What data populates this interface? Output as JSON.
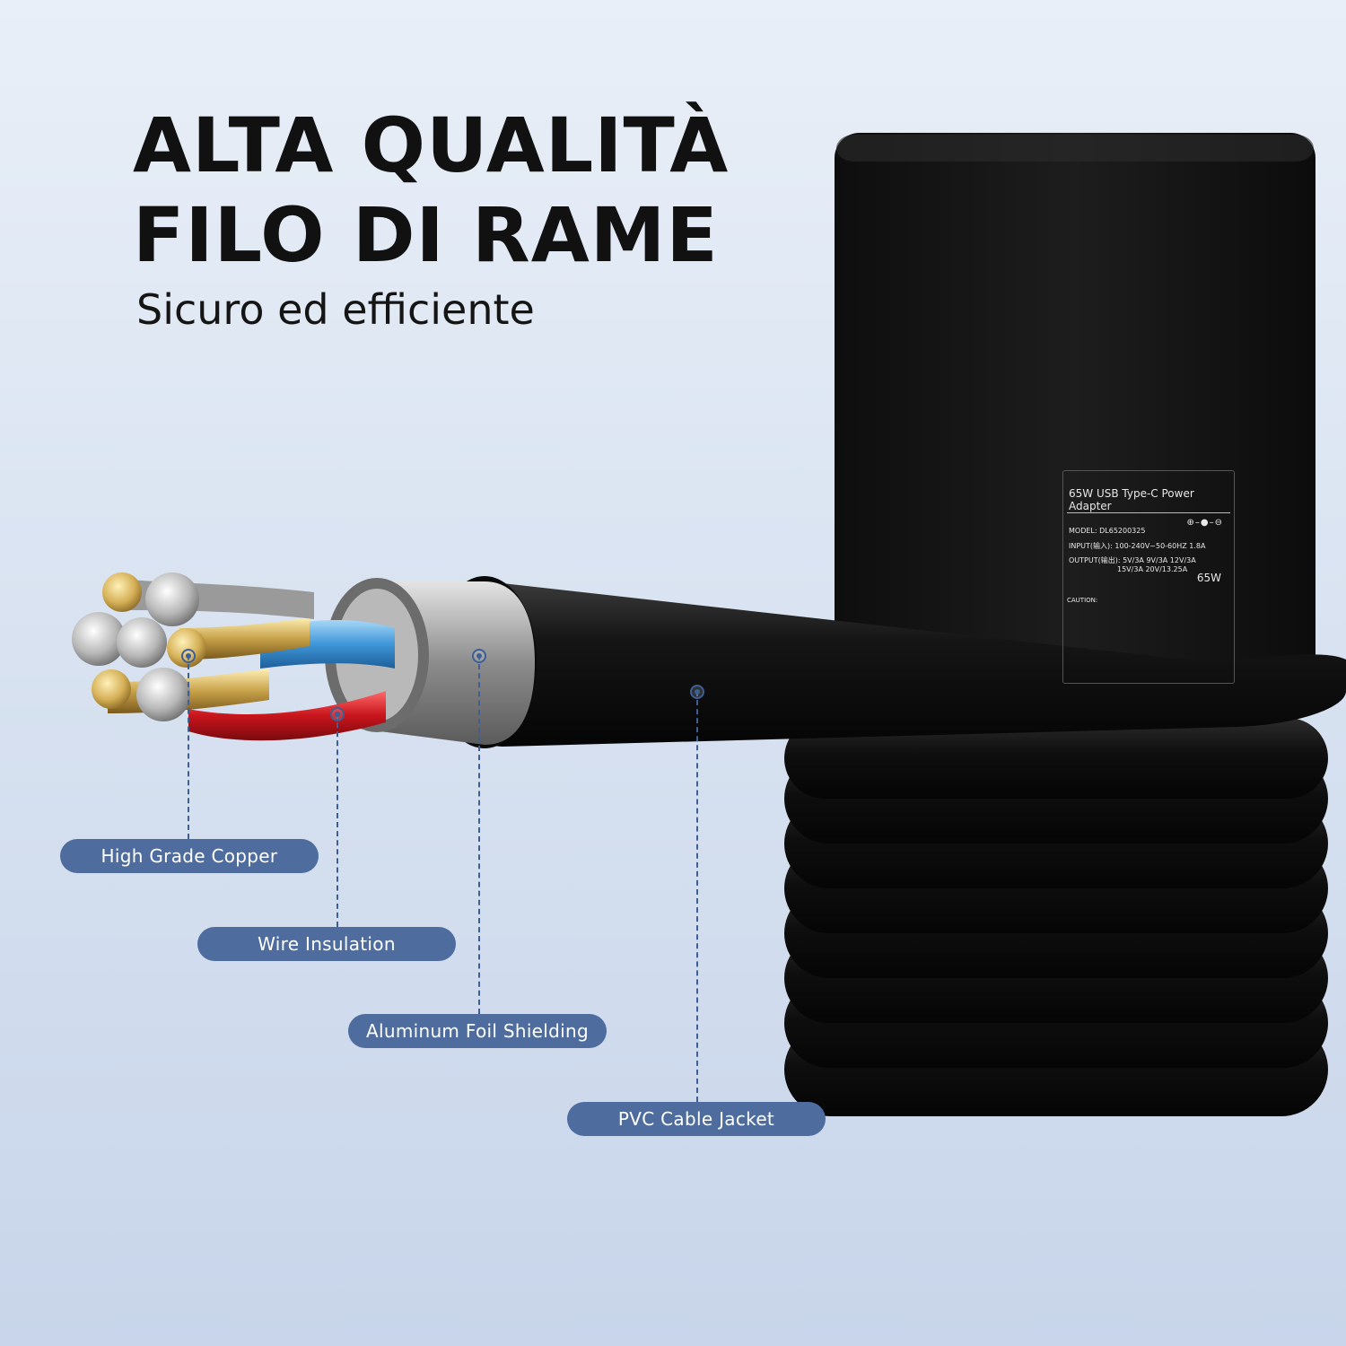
{
  "headline": {
    "line1": "ALTA QUALITÀ",
    "line2": "FILO DI RAME"
  },
  "subtitle": "Sicuro ed efficiente",
  "callouts": [
    {
      "label": "High Grade Copper"
    },
    {
      "label": "Wire Insulation"
    },
    {
      "label": "Aluminum Foil Shielding"
    },
    {
      "label": "PVC Cable Jacket"
    }
  ],
  "adapter_label": {
    "title": "65W USB Type-C Power Adapter",
    "model": "MODEL: DL65200325",
    "input": "INPUT(输入): 100-240V~50-60HZ 1.8A",
    "output_line1": "OUTPUT(输出): 5V/3A 9V/3A 12V/3A",
    "output_line2": "15V/3A 20V/13.25A",
    "wattage": "65W",
    "caution": "CAUTION:"
  },
  "colors": {
    "callout_pill": "#4e6d9e",
    "leader_line": "#3e5f96",
    "background_top": "#e9eff8",
    "background_bottom": "#c8d5ea",
    "adapter_body": "#141414",
    "wire_blue": "#3f96d8",
    "wire_red": "#c8141c",
    "copper": "#c8a24a"
  }
}
